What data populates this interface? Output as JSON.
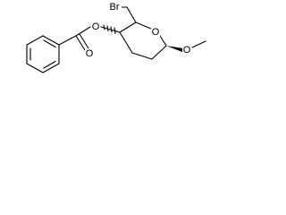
{
  "molecule": {
    "atoms": {
      "bromine": "Br",
      "ester_carbonyl_oxygen": "O",
      "ester_oxygen": "O",
      "ring_oxygen": "O",
      "methoxy_oxygen": "O"
    }
  }
}
